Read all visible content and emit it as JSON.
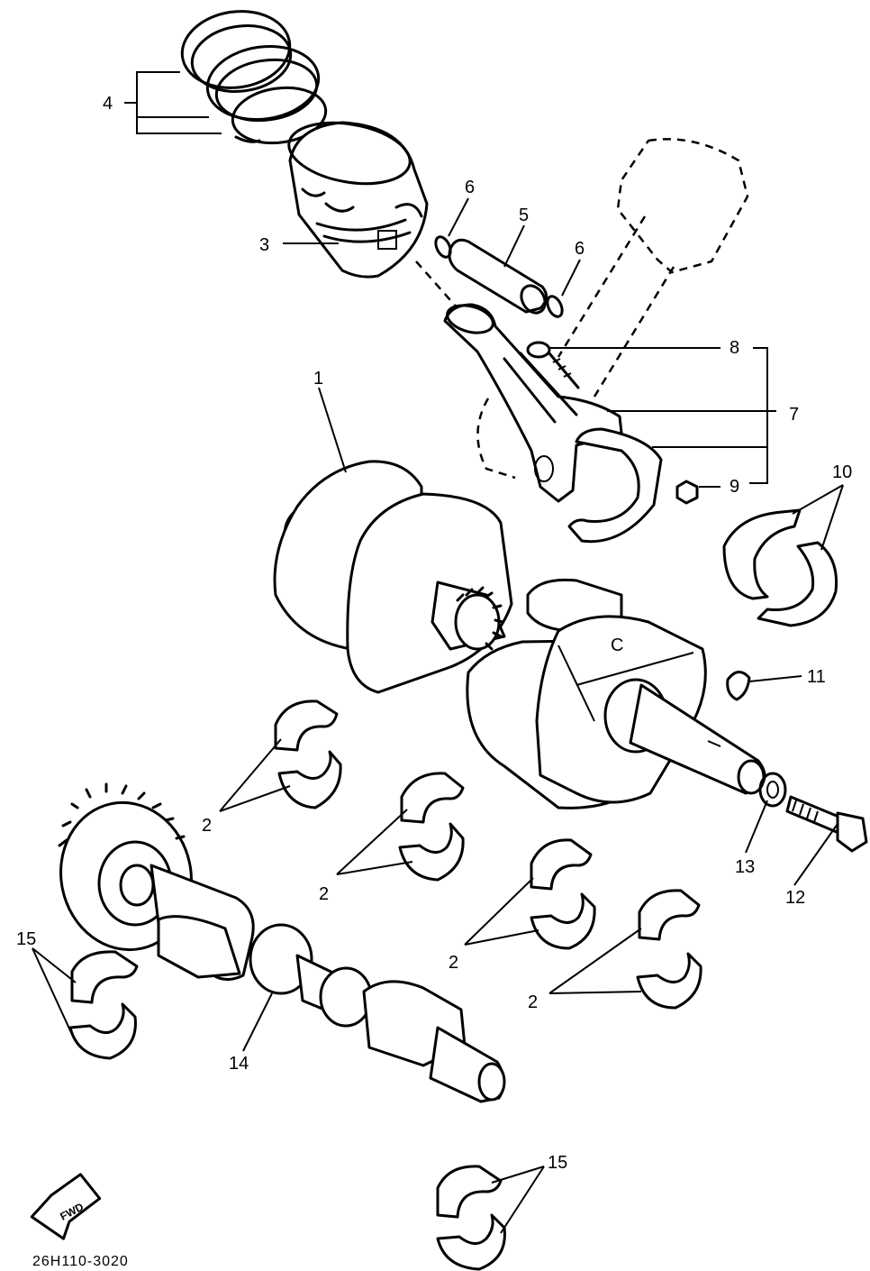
{
  "diagram": {
    "part_code": "26H110-3020",
    "fwd_label": "FWD",
    "callouts": {
      "crankshaft": "1",
      "bearing_a": "2",
      "bearing_b": "2",
      "bearing_c": "2",
      "bearing_d": "2",
      "piston": "3",
      "piston_ring_set": "4",
      "piston_pin": "5",
      "clip_left": "6",
      "clip_right": "6",
      "connecting_rod": "7",
      "rod_bolt": "8",
      "rod_nut": "9",
      "big_end_bearing": "10",
      "woodruff_key": "11",
      "bolt": "12",
      "washer": "13",
      "balancer_shaft": "14",
      "balancer_bearing_left": "15",
      "balancer_bearing_bottom": "15",
      "crank_mark": "C"
    }
  }
}
